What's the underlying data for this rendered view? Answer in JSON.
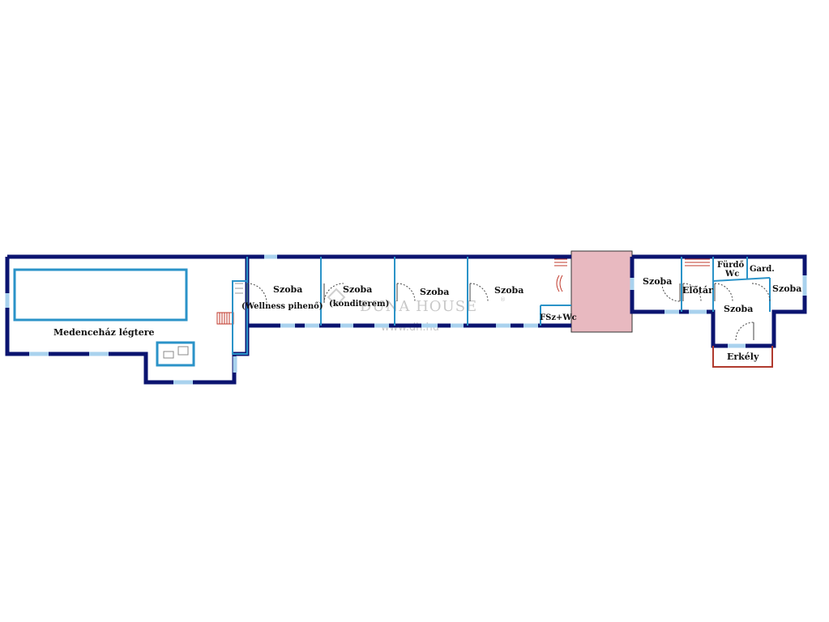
{
  "floor_plan": {
    "rooms": {
      "pool_house": "Medenceház légtere",
      "room_wellness": "Szoba",
      "room_wellness_sub": "(Wellness pihenő)",
      "room_2": "Szoba",
      "room_2_sub": "(konditerem)",
      "room_3": "Szoba",
      "room_4": "Szoba",
      "shower_wc": "FSz+Wc",
      "room_east_1": "Szoba",
      "hallway": "Előtár",
      "bathroom": "Fürdő",
      "bathroom_wc": "Wc",
      "wardrobe": "Gard.",
      "room_east_2": "Szoba",
      "room_east_3": "Szoba",
      "balcony": "Erkély"
    },
    "watermark": {
      "brand": "DUNA HOUSE",
      "registered": "®",
      "url": "www.dh.hu"
    },
    "colors": {
      "wall": "#0b1470",
      "window": "#a9d2ee",
      "inner_wall": "#2b93c8",
      "stair_void": "#e8b9c0",
      "balcony_rail": "#b03a2e",
      "stairs": "#c0392b"
    }
  }
}
